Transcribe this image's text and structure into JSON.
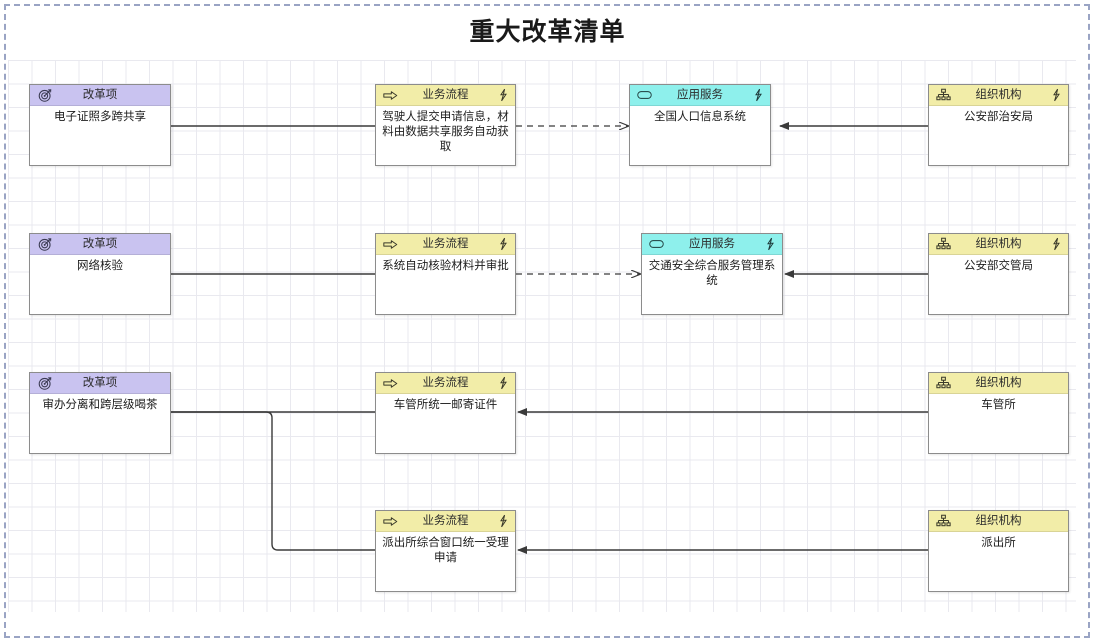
{
  "title": "重大改革清单",
  "legend": {
    "type_reform": "改革项",
    "type_process": "业务流程",
    "type_service": "应用服务",
    "type_org": "组织机构"
  },
  "colors": {
    "reform_header": "#c9c3f0",
    "process_header": "#f2eda8",
    "service_header": "#8ef0ec",
    "org_header": "#f2eda8",
    "node_border": "#8c8c8c",
    "edge": "#3a3a3a",
    "page_border": "#9aa4c4",
    "grid_minor": "#e9e9ef",
    "grid_major": "#d9d9e3"
  },
  "icons": {
    "reform": "target-icon",
    "process": "arrow-right-icon",
    "service": "rounded-rect-icon",
    "org": "org-chart-icon",
    "badge": "lightning-bolt-icon"
  },
  "nodes": [
    {
      "id": "r1-reform",
      "type": "改革项",
      "name": "电子证照多跨共享",
      "badge": false
    },
    {
      "id": "r1-process",
      "type": "业务流程",
      "name": "驾驶人提交申请信息，材料由数据共享服务自动获取",
      "badge": true
    },
    {
      "id": "r1-service",
      "type": "应用服务",
      "name": "全国人口信息系统",
      "badge": true
    },
    {
      "id": "r1-org",
      "type": "组织机构",
      "name": "公安部治安局",
      "badge": true
    },
    {
      "id": "r2-reform",
      "type": "改革项",
      "name": "网络核验",
      "badge": false
    },
    {
      "id": "r2-process",
      "type": "业务流程",
      "name": "系统自动核验材料并审批",
      "badge": true
    },
    {
      "id": "r2-service",
      "type": "应用服务",
      "name": "交通安全综合服务管理系统",
      "badge": true
    },
    {
      "id": "r2-org",
      "type": "组织机构",
      "name": "公安部交管局",
      "badge": true
    },
    {
      "id": "r3-reform",
      "type": "改革项",
      "name": "审办分离和跨层级喝茶",
      "badge": false
    },
    {
      "id": "r3-process",
      "type": "业务流程",
      "name": "车管所统一邮寄证件",
      "badge": true
    },
    {
      "id": "r3-org",
      "type": "组织机构",
      "name": "车管所",
      "badge": false
    },
    {
      "id": "r4-process",
      "type": "业务流程",
      "name": "派出所综合窗口统一受理申请",
      "badge": true
    },
    {
      "id": "r4-org",
      "type": "组织机构",
      "name": "派出所",
      "badge": false
    }
  ],
  "edges": [
    {
      "from": "r1-reform",
      "to": "r1-process",
      "style": "solid",
      "arrow": "none"
    },
    {
      "from": "r1-process",
      "to": "r1-service",
      "style": "dashed",
      "arrow": "end"
    },
    {
      "from": "r1-org",
      "to": "r1-service",
      "style": "solid",
      "arrow": "end"
    },
    {
      "from": "r2-reform",
      "to": "r2-process",
      "style": "solid",
      "arrow": "none"
    },
    {
      "from": "r2-process",
      "to": "r2-service",
      "style": "dashed",
      "arrow": "end"
    },
    {
      "from": "r2-org",
      "to": "r2-service",
      "style": "solid",
      "arrow": "end"
    },
    {
      "from": "r3-reform",
      "to": "r3-process",
      "style": "solid",
      "arrow": "none"
    },
    {
      "from": "r3-reform",
      "to": "r4-process",
      "style": "solid",
      "arrow": "none"
    },
    {
      "from": "r3-org",
      "to": "r3-process",
      "style": "solid",
      "arrow": "end"
    },
    {
      "from": "r4-org",
      "to": "r4-process",
      "style": "solid",
      "arrow": "end"
    }
  ]
}
